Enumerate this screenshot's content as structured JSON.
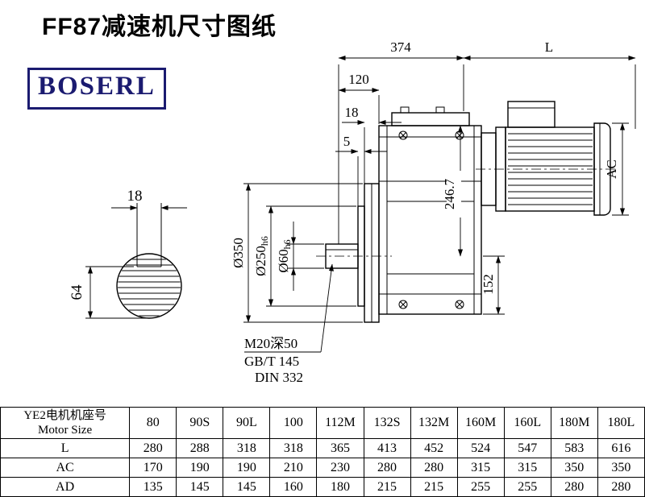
{
  "page": {
    "title": "FF87减速机尺寸图纸",
    "brand": "BOSERL"
  },
  "drawing": {
    "shaft_view": {
      "key_width": "18",
      "height": "64"
    },
    "dims": {
      "top_width": "374",
      "motor_length": "L",
      "d120": "120",
      "d18": "18",
      "d5": "5",
      "ac": "AC",
      "d246": "246.7",
      "flange_dia": "Ø350",
      "spigot_dia": "Ø250",
      "spigot_tol": "h6",
      "shaft_dia": "Ø60",
      "shaft_tol": "h6",
      "d152": "152"
    },
    "notes": [
      "M20深50",
      "GB/T 145",
      "DIN 332"
    ]
  },
  "table": {
    "header": {
      "line1": "YE2电机机座号",
      "line2": "Motor Size"
    },
    "columns": [
      "80",
      "90S",
      "90L",
      "100",
      "112M",
      "132S",
      "132M",
      "160M",
      "160L",
      "180M",
      "180L"
    ],
    "rows": [
      {
        "label": "L",
        "values": [
          "280",
          "288",
          "318",
          "318",
          "365",
          "413",
          "452",
          "524",
          "547",
          "583",
          "616"
        ]
      },
      {
        "label": "AC",
        "values": [
          "170",
          "190",
          "190",
          "210",
          "230",
          "280",
          "280",
          "315",
          "315",
          "350",
          "350"
        ]
      },
      {
        "label": "AD",
        "values": [
          "135",
          "145",
          "145",
          "160",
          "180",
          "215",
          "215",
          "255",
          "255",
          "280",
          "280"
        ]
      }
    ]
  }
}
